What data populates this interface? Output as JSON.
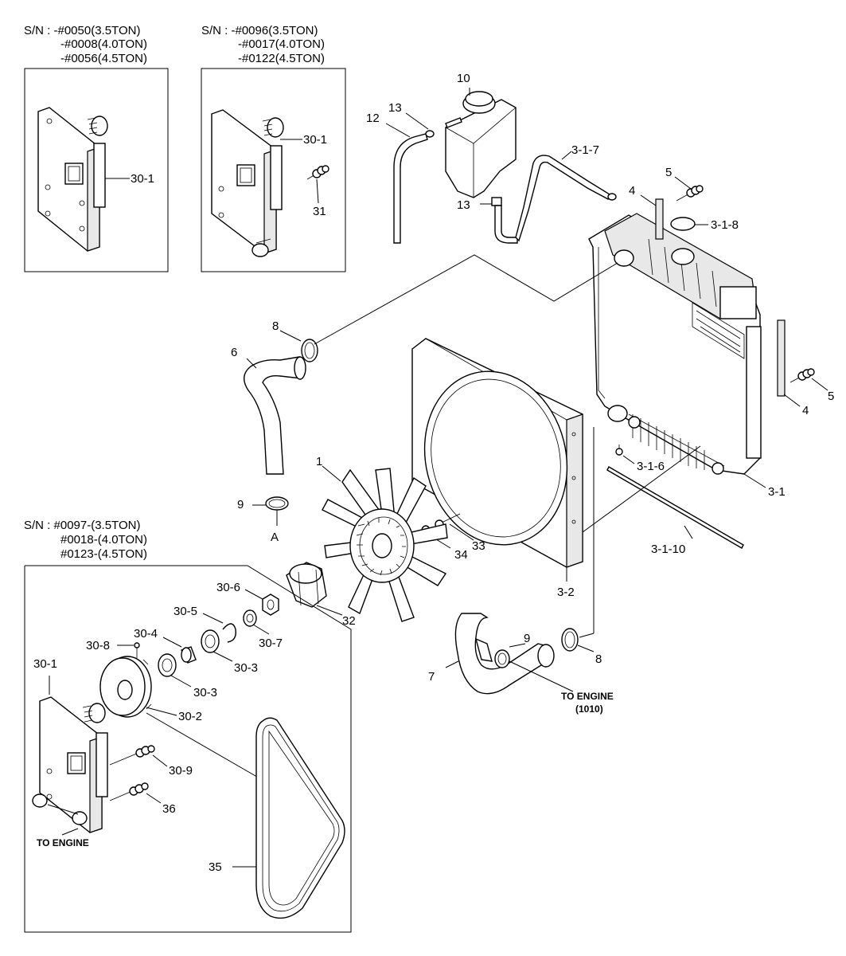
{
  "serial_notes": {
    "box_a": {
      "line1": "S/N : -#0050(3.5TON)",
      "line2": "-#0008(4.0TON)",
      "line3": "-#0056(4.5TON)"
    },
    "box_b": {
      "line1": "S/N : -#0096(3.5TON)",
      "line2": "-#0017(4.0TON)",
      "line3": "-#0122(4.5TON)"
    },
    "box_c": {
      "line1": "S/N : #0097-(3.5TON)",
      "line2": "#0018-(4.0TON)",
      "line3": "#0123-(4.5TON)"
    }
  },
  "labels": {
    "p10": "10",
    "p13a": "13",
    "p12": "12",
    "p13b": "13",
    "p317": "3-1-7",
    "p5a": "5",
    "p4a": "4",
    "p318": "3-1-8",
    "p301a": "30-1",
    "p301b": "30-1",
    "p31": "31",
    "p8a": "8",
    "p6": "6",
    "p1": "1",
    "p9a": "9",
    "pA": "A",
    "p316": "3-1-6",
    "p5b": "5",
    "p4b": "4",
    "p31r": "3-1",
    "p33": "33",
    "p34": "34",
    "p3110": "3-1-10",
    "p32b": "3-2",
    "p306": "30-6",
    "p305": "30-5",
    "p32": "32",
    "p307": "30-7",
    "p304": "30-4",
    "p308": "30-8",
    "p303a": "30-3",
    "p301c": "30-1",
    "p303b": "30-3",
    "p302": "30-2",
    "p309": "30-9",
    "p36": "36",
    "p35": "35",
    "p9b": "9",
    "p8b": "8",
    "p7": "7"
  },
  "notes": {
    "to_engine_1": "TO ENGINE",
    "to_engine_1_ref": "(1010)",
    "to_engine_2": "TO ENGINE"
  }
}
